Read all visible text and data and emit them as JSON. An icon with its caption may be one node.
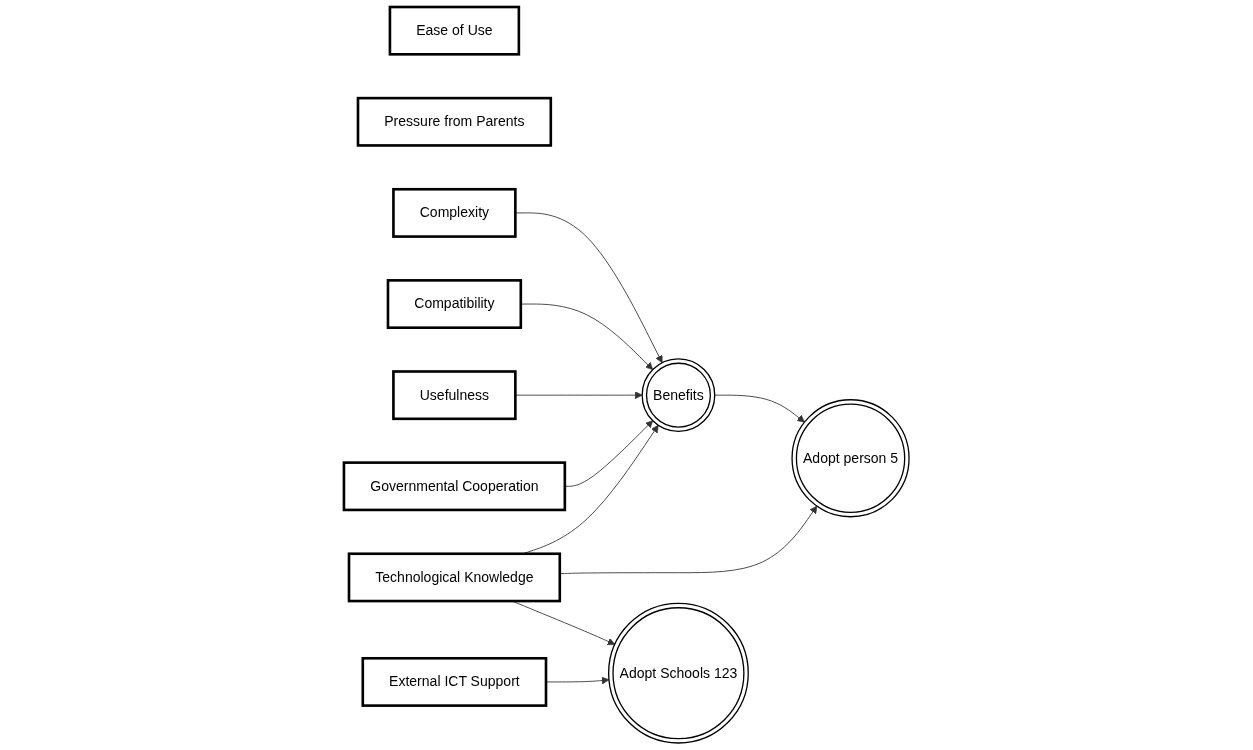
{
  "diagram": {
    "nodes": [
      {
        "text": [
          "Ease of Use"
        ]
      },
      {
        "text": [
          "Pressure from Parents"
        ]
      },
      {
        "text": [
          "Complexity"
        ]
      },
      {
        "text": [
          "Compatibility"
        ]
      },
      {
        "text": [
          "Usefulness"
        ]
      },
      {
        "text": [
          "Governmental Cooperation"
        ]
      },
      {
        "text": [
          "Technological Knowledge"
        ]
      },
      {
        "text": [
          "External ICT Support"
        ]
      },
      {
        "text": [
          "Benefits"
        ]
      },
      {
        "text": [
          "Adopt person 5"
        ]
      },
      {
        "text": [
          "Adopt Schools 123"
        ]
      }
    ],
    "edges": [
      {
        "from": 2,
        "to": 8,
        "arrow": "to"
      },
      {
        "from": 3,
        "to": 8,
        "arrow": "to"
      },
      {
        "from": 4,
        "to": 8,
        "arrow": "to"
      },
      {
        "from": 5,
        "to": 8,
        "arrow": "to"
      },
      {
        "from": 6,
        "to": 8,
        "arrow": "to"
      },
      {
        "from": 8,
        "to": 9,
        "arrow": "to"
      },
      {
        "from": 6,
        "to": 9,
        "arrow": "to"
      },
      {
        "from": 6,
        "to": 10,
        "arrow": "to"
      },
      {
        "from": 7,
        "to": 10,
        "arrow": "to"
      }
    ]
  }
}
